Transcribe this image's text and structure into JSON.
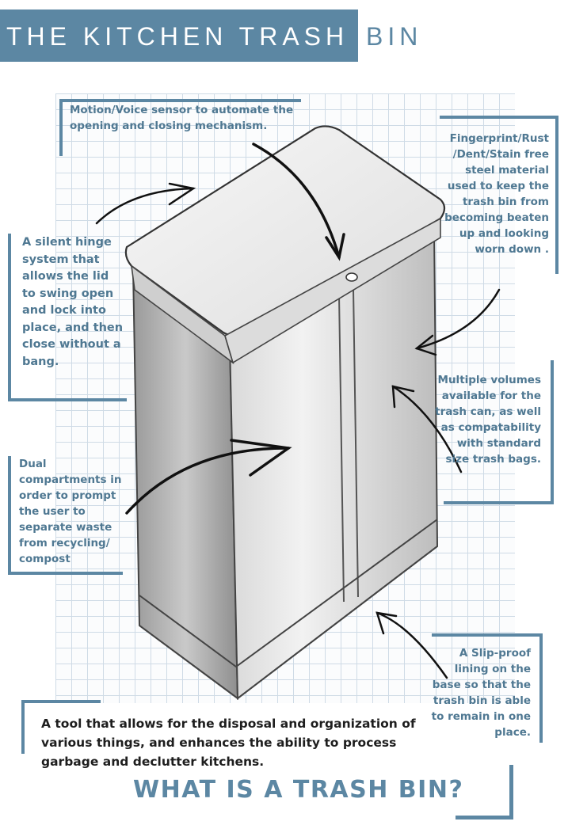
{
  "title": {
    "main": "THE KITCHEN TRASH",
    "last": "BIN"
  },
  "notes": {
    "sensor": "Motion/Voice sensor to automate the opening and closing mechanism.",
    "steel": "Fingerprint/Rust /Dent/Stain free steel material used to keep the trash bin from becoming beaten up and looking worn down .",
    "hinge": "A silent hinge system that allows the lid to swing open and lock into place, and then close without a bang.",
    "volumes": "Multiple volumes available for the trash can, as well as compatability with standard size trash bags.",
    "compartments": "Dual compartments in order to prompt the user to separate waste from recycling/ compost",
    "slip": "A Slip-proof lining on the base so that the trash bin is able to remain in one place."
  },
  "definition": "A tool that allows for the disposal and organization of various things, and enhances the ability to process garbage and declutter kitchens.",
  "question": "WHAT IS A TRASH BIN?",
  "colors": {
    "accent": "#5c87a3",
    "text": "#4f7892",
    "dark": "#1e1e1e"
  }
}
